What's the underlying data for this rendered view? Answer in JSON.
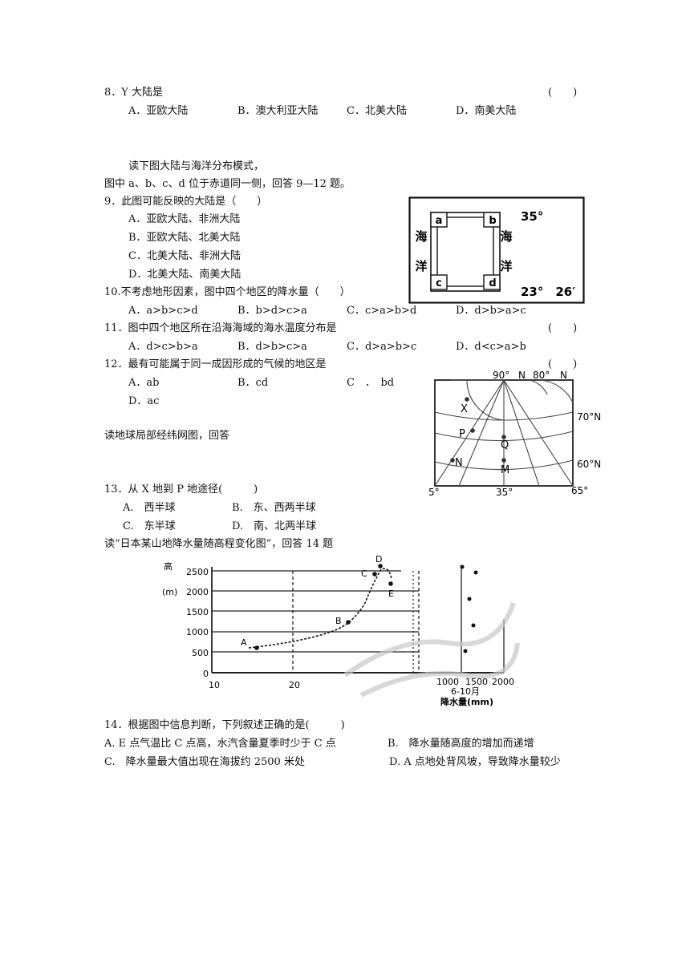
{
  "q8": {
    "stem": "8．Y 大陆是",
    "bracket": "(　　)",
    "options": [
      "A．亚欧大陆",
      "B．澳大利亚大陆",
      "C．北美大陆",
      "D．南美大陆"
    ]
  },
  "intro1": {
    "line1": "读下图大陆与海洋分布模式，",
    "line2": "图中 a、b、c、d 位于赤道同一侧，回答 9—12 题。"
  },
  "q9": {
    "stem": "9．此图可能反映的大陆是（　　）",
    "options": [
      "A．亚欧大陆、非洲大陆",
      "B．亚欧大陆、北美大陆",
      "C．北美大陆、非洲大陆",
      "D．北美大陆、南美大陆"
    ]
  },
  "q10": {
    "stem": "10.不考虑地形因素，图中四个地区的降水量（　　）",
    "options": [
      "A．a>b>c>d",
      "B．b>d>c>a",
      "C．c>a>b>d",
      "D．d>b>a>c"
    ]
  },
  "q11": {
    "stem": "11．图中四个地区所在沿海海域的海水温度分布是",
    "bracket": "(　　)",
    "options": [
      "A．d>c>b>a",
      "B．d>b>c>a",
      "C．d>a>b>c",
      "D．d<c>a>b"
    ]
  },
  "q12": {
    "stem": "12．最有可能属于同一成因形成的气候的地区是",
    "bracket": "(　　)",
    "options": [
      "A．ab",
      "B．cd",
      "C　．　bd",
      "D．ac"
    ]
  },
  "intro2": "读地球局部经纬网图，回答",
  "q13": {
    "stem": "13．从 X 地到 P 地途径(　　　)",
    "options": [
      "A.　西半球",
      "B.　东、西两半球",
      "C.　东半球",
      "D.　南、北两半球"
    ]
  },
  "intro3": "读“日本某山地降水量随高程变化图”，回答 14 题",
  "q14": {
    "stem": "14．根据图中信息判断，下列叙述正确的是(　　　)",
    "options": [
      "A. E 点气温比 C 点高，水汽含量夏季时少于 C 点",
      "B.　降水量随高度的增加而递增",
      "C.　降水量最大值出现在海拔约 2500 米处",
      "D. A 点地处背风坡，导致降水量较少"
    ]
  },
  "fig1": {
    "cells": [
      "a",
      "b",
      "c",
      "d"
    ],
    "sea_left": [
      "海",
      "洋"
    ],
    "sea_right": [
      "海",
      "洋"
    ],
    "lat_top": "35°",
    "lat_bottom": "23°　26′"
  },
  "fig2": {
    "top_labels": [
      "90°",
      "N",
      "80°",
      "N"
    ],
    "right_labels": [
      "70°N",
      "60°N"
    ],
    "bottom_labels": [
      "5°",
      "35°",
      "65°"
    ],
    "points": [
      "X",
      "P",
      "Q",
      "N",
      "M"
    ]
  },
  "fig3": {
    "y_unit_1": "高",
    "y_unit_2": "(m)",
    "y_ticks": [
      "2500",
      "2000",
      "1500",
      "1000",
      "500",
      "0"
    ],
    "x_left_ticks": [
      "10",
      "20"
    ],
    "x_right_ticks": [
      "1000",
      "1500",
      "2000"
    ],
    "x_caption": "6-10月",
    "x_title": "降水量(mm)",
    "points": [
      "A",
      "B",
      "C",
      "D",
      "E"
    ]
  }
}
